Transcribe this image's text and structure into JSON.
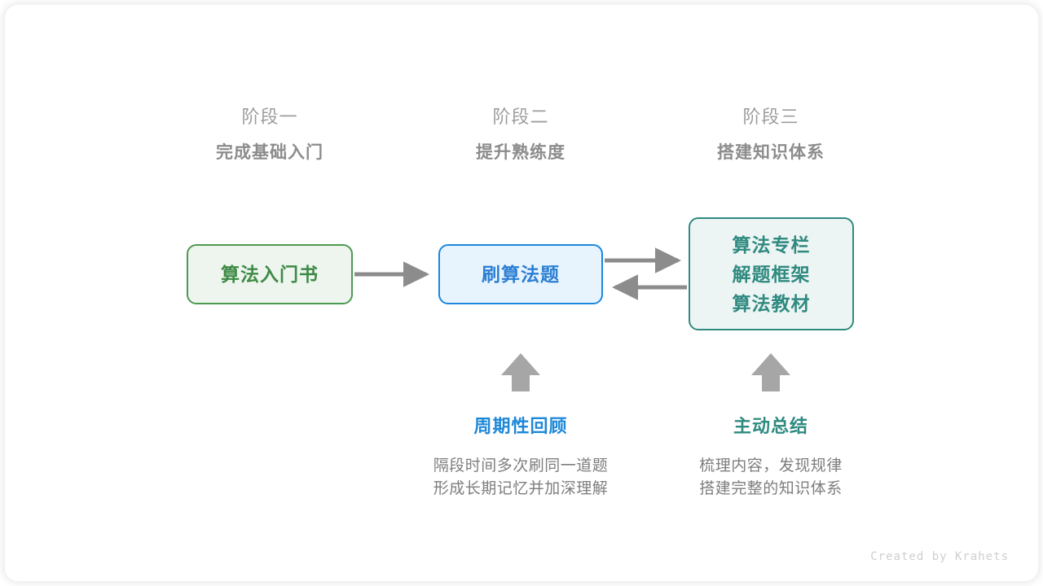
{
  "card": {
    "background": "#ffffff",
    "border_radius": 16
  },
  "stages": [
    {
      "name": "阶段一",
      "goal": "完成基础入门"
    },
    {
      "name": "阶段二",
      "goal": "提升熟练度"
    },
    {
      "name": "阶段三",
      "goal": "搭建知识体系"
    }
  ],
  "nodes": {
    "book": {
      "label": "算法入门书",
      "fill": "#eef5ee",
      "stroke": "#4c9a51",
      "text_color": "#3d8a46"
    },
    "practice": {
      "label": "刷算法题",
      "fill": "#e8f4fd",
      "stroke": "#1b87dd",
      "text_color": "#2b7fd4"
    },
    "resources": {
      "lines": [
        "算法专栏",
        "解题框架",
        "算法教材"
      ],
      "fill": "#edf5f4",
      "stroke": "#2f8a80",
      "text_color": "#2f8a80"
    }
  },
  "arrows": {
    "color": "#8c8c8c",
    "connections": [
      {
        "name": "book-to-practice",
        "direction": "right"
      },
      {
        "name": "practice-to-resources",
        "direction": "right"
      },
      {
        "name": "resources-to-practice",
        "direction": "left"
      },
      {
        "name": "review-up",
        "direction": "up"
      },
      {
        "name": "summary-up",
        "direction": "up"
      }
    ]
  },
  "notes": [
    {
      "title": "周期性回顾",
      "title_color": "#1e88d8",
      "desc_line1": "隔段时间多次刷同一道题",
      "desc_line2": "形成长期记忆并加深理解"
    },
    {
      "title": "主动总结",
      "title_color": "#2f8a80",
      "desc_line1": "梳理内容，发现规律",
      "desc_line2": "搭建完整的知识体系"
    }
  ],
  "credit": "Created by Krahets"
}
